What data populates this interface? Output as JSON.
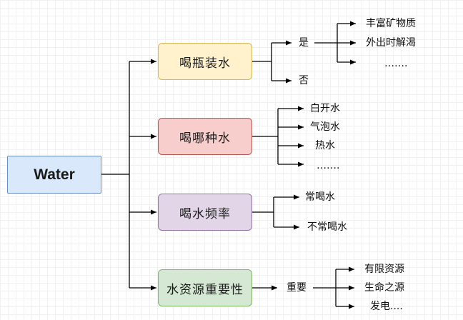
{
  "root": {
    "label": "Water",
    "fill": "#dae8fc",
    "stroke": "#6c8ebf"
  },
  "branches": [
    {
      "label": "喝瓶装水",
      "fill": "#fff2cc",
      "stroke": "#d6b656",
      "children": [
        {
          "label": "是",
          "children": [
            "丰富矿物质",
            "外出时解渴",
            "……."
          ]
        },
        {
          "label": "否"
        }
      ]
    },
    {
      "label": "喝哪种水",
      "fill": "#f8cecc",
      "stroke": "#b85450",
      "children": [
        "白开水",
        "气泡水",
        "热水",
        "……."
      ]
    },
    {
      "label": "喝水频率",
      "fill": "#e1d5e7",
      "stroke": "#9673a6",
      "children": [
        "常喝水",
        "不常喝水"
      ]
    },
    {
      "label": "水资源重要性",
      "fill": "#d5e8d4",
      "stroke": "#82b366",
      "children": [
        {
          "label": "重要",
          "children": [
            "有限资源",
            "生命之源",
            "发电...."
          ]
        }
      ]
    }
  ]
}
